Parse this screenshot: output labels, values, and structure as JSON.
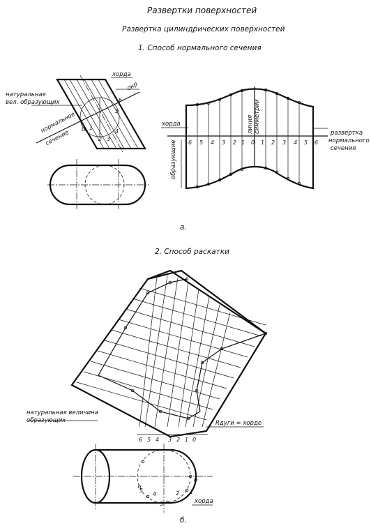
{
  "title": "Развертки поверхностей",
  "subtitle": "Развертка цилиндрических поверхностей",
  "method1": "1. Способ нормального сечения",
  "method2": "2. Способ раскатки",
  "fig_a": {
    "caption": "а.",
    "labels": {
      "chord": "хорда",
      "natural_1": "натуральная",
      "natural_2": "вел. образующих",
      "circle": "окр",
      "normal_1": "нормальное",
      "normal_2": "сечение",
      "chord_right": "хорда",
      "symmetry_1": "линия",
      "symmetry_2": "симметрии",
      "development_1": "развертка",
      "development_2": "нормального",
      "development_3": "сечения",
      "generatrices": "образующие"
    },
    "section_points": [
      "0",
      "1",
      "2",
      "3",
      "4",
      "5",
      "6"
    ],
    "scale_numbers": [
      "6",
      "5",
      "4",
      "3",
      "2",
      "1",
      "0",
      "1",
      "2",
      "3",
      "4",
      "5",
      "6"
    ]
  },
  "fig_b": {
    "caption": "б.",
    "labels": {
      "natural_1": "натуральная величина",
      "natural_2": "образующих",
      "arc_chord": "Rдуги = хорде",
      "chord": "хорда"
    },
    "scale_numbers": [
      "6",
      "5",
      "4",
      "3",
      "2",
      "1",
      "0"
    ],
    "circle_points": [
      "0",
      "1",
      "2",
      "3",
      "4",
      "5"
    ]
  }
}
